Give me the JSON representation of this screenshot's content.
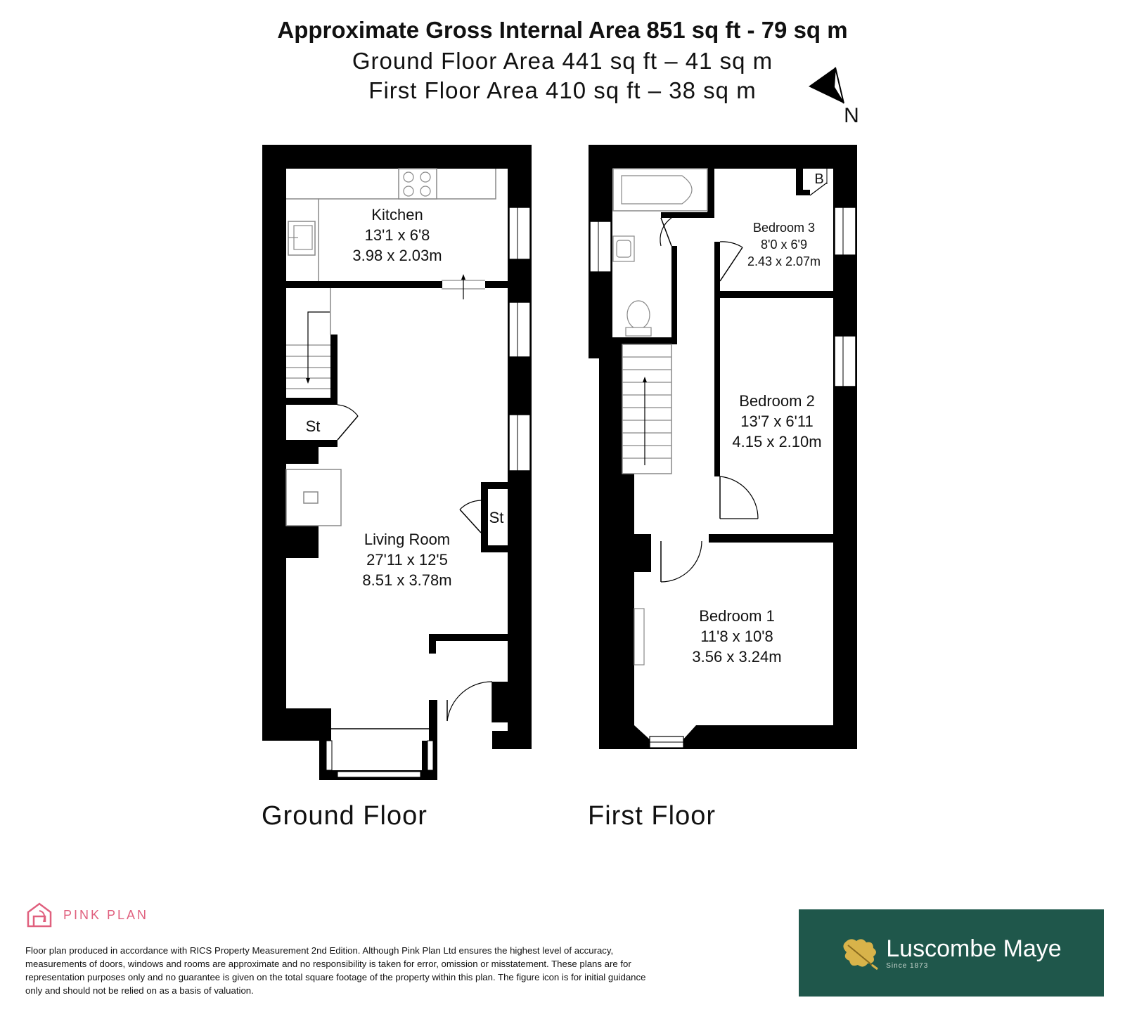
{
  "header": {
    "title": "Approximate Gross Internal Area 851 sq ft - 79 sq m",
    "ground_area": "Ground Floor Area 441 sq ft – 41 sq m",
    "first_area": "First Floor Area 410 sq ft – 38 sq m",
    "north_label": "N"
  },
  "ground_floor": {
    "name": "Ground Floor",
    "kitchen": {
      "name": "Kitchen",
      "imperial": "13'1 x 6'8",
      "metric": "3.98 x 2.03m"
    },
    "living_room": {
      "name": "Living Room",
      "imperial": "27'11 x 12'5",
      "metric": "8.51 x 3.78m"
    },
    "store_1": "St",
    "store_2": "St"
  },
  "first_floor": {
    "name": "First Floor",
    "bedroom_1": {
      "name": "Bedroom 1",
      "imperial": "11'8 x 10'8",
      "metric": "3.56 x 3.24m"
    },
    "bedroom_2": {
      "name": "Bedroom 2",
      "imperial": "13'7 x 6'11",
      "metric": "4.15 x 2.10m"
    },
    "bedroom_3": {
      "name": "Bedroom 3",
      "imperial": "8'0 x 6'9",
      "metric": "2.43 x 2.07m"
    },
    "boiler": "B"
  },
  "footer": {
    "brand": "PINK PLAN",
    "disclaimer": "Floor plan produced in accordance with RICS Property Measurement 2nd Edition. Although Pink Plan Ltd ensures the highest level of accuracy, measurements of doors, windows and rooms are approximate and no responsibility is taken for error, omission or misstatement. These plans are for representation purposes only and no guarantee is given on the total square footage of the property within this plan. The figure icon is for initial guidance only and should not be relied on as a basis of valuation.",
    "agent_name": "Luscombe Maye",
    "agent_since": "Since 1873"
  },
  "colors": {
    "wall": "#000000",
    "brand_pink": "#e0607e",
    "agent_green": "#1f574b",
    "leaf_gold": "#d8b34a"
  },
  "icons": [
    "north-arrow-icon",
    "pink-plan-house-icon",
    "oak-leaf-icon"
  ]
}
